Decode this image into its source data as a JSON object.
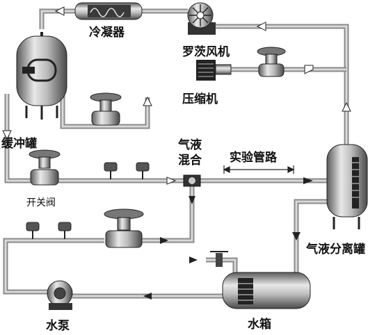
{
  "labels": {
    "condenser": "冷凝器",
    "roots_blower": "罗茨风机",
    "compressor": "压缩机",
    "buffer_tank": "缓冲罐",
    "gas_liquid_mixing_1": "气液",
    "gas_liquid_mixing_2": "混合",
    "test_pipeline": "实验管路",
    "on_off_valve": "开关阀",
    "separator_tank": "气液分离罐",
    "water_pump": "水泵",
    "water_tank": "水箱"
  },
  "icons": {
    "arrow": "arrow-icon",
    "valve": "control-valve-icon",
    "pressure_gauge": "gauge-icon"
  }
}
